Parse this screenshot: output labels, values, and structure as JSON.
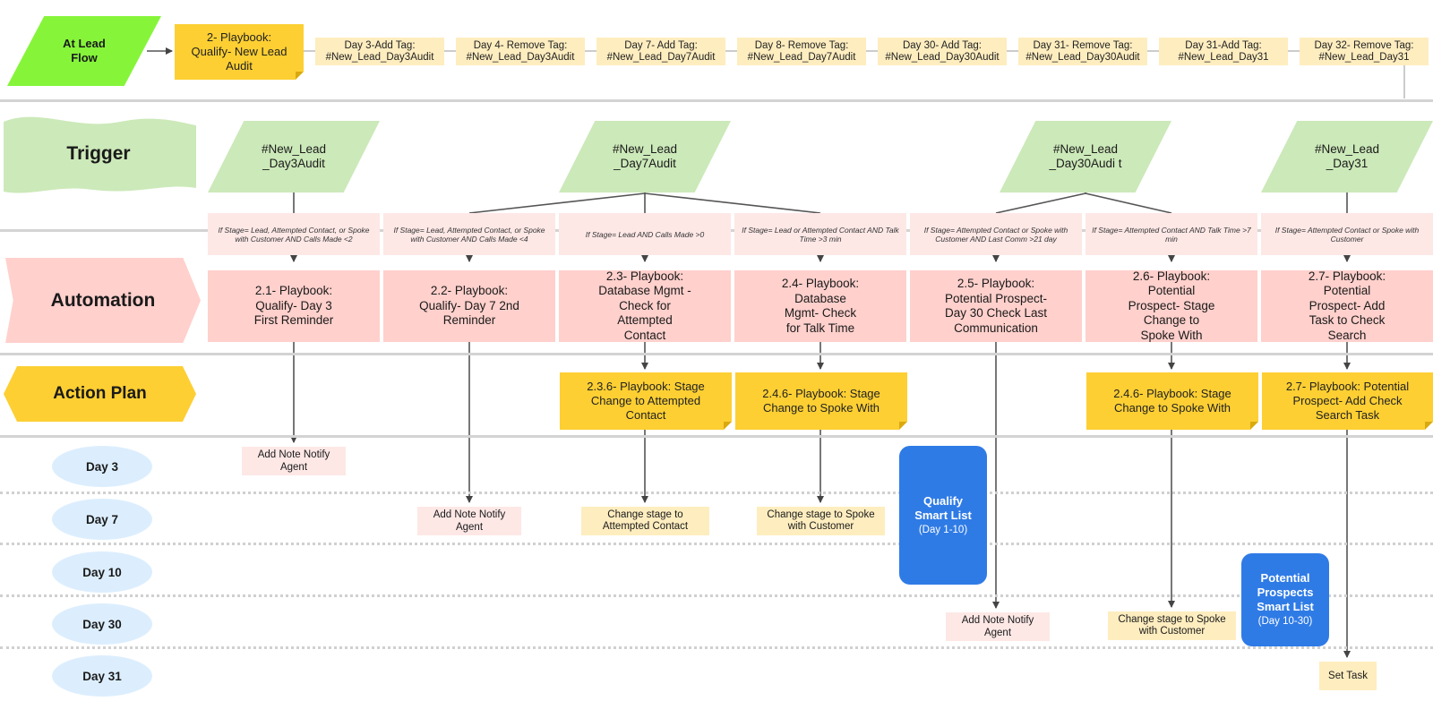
{
  "header": {
    "start_label": "At Lead Flow",
    "playbook_label": "2- Playbook: Qualify- New Lead Audit",
    "tags": [
      "Day 3-Add Tag: #New_Lead_Day3Audit",
      "Day 4- Remove Tag: #New_Lead_Day3Audit",
      "Day 7- Add Tag: #New_Lead_Day7Audit",
      "Day 8- Remove Tag: #New_Lead_Day7Audit",
      "Day 30- Add Tag: #New_Lead_Day30Audit",
      "Day 31- Remove Tag: #New_Lead_Day30Audit",
      "Day 31-Add Tag: #New_Lead_Day31",
      "Day 32- Remove Tag: #New_Lead_Day31"
    ]
  },
  "lanes": {
    "trigger": "Trigger",
    "automation": "Automation",
    "action_plan": "Action Plan"
  },
  "triggers": [
    "#New_Lead _Day3Audit",
    "#New_Lead _Day7Audit",
    "#New_Lead _Day30Audi t",
    "#New_Lead _Day31"
  ],
  "conditions": [
    "If Stage= Lead, Attempted Contact, or Spoke with Customer AND Calls Made <2",
    "If Stage= Lead, Attempted Contact, or Spoke with Customer AND Calls Made <4",
    "If Stage= Lead AND Calls Made >0",
    "If Stage= Lead or Attempted Contact AND Talk Time >3 min",
    "If Stage= Attempted Contact or Spoke with Customer AND Last Comm >21 day",
    "If Stage= Attempted Contact AND Talk Time >7 min",
    "If Stage= Attempted Contact or Spoke with Customer"
  ],
  "automations": [
    "2.1- Playbook: Qualify- Day 3 First Reminder",
    "2.2- Playbook: Qualify- Day 7 2nd Reminder",
    "2.3- Playbook: Database Mgmt - Check for Attempted Contact",
    "2.4- Playbook: Database Mgmt- Check for Talk Time",
    "2.5- Playbook: Potential Prospect- Day 30 Check Last Communication",
    "2.6- Playbook: Potential Prospect- Stage Change to Spoke With",
    "2.7- Playbook: Potential Prospect- Add Task to Check Search"
  ],
  "action_plans": [
    "2.3.6- Playbook: Stage Change to Attempted Contact",
    "2.4.6- Playbook: Stage Change to Spoke With",
    "2.4.6- Playbook: Stage Change to Spoke With",
    "2.7- Playbook: Potential Prospect- Add Check Search Task"
  ],
  "days": [
    "Day 3",
    "Day 7",
    "Day 10",
    "Day 30",
    "Day 31"
  ],
  "outcomes": [
    "Add Note Notify Agent",
    "Add Note Notify Agent",
    "Change stage to Attempted Contact",
    "Change stage to Spoke with Customer",
    "Add Note Notify Agent",
    "Change stage to Spoke with Customer",
    "Set Task"
  ],
  "smart_lists": [
    {
      "title": "Qualify Smart List",
      "range": "(Day 1-10)"
    },
    {
      "title": "Potential Prospects Smart List",
      "range": "(Day 10-30)"
    }
  ],
  "colors": {
    "start": "#86f53a",
    "sticky": "#fdcf33",
    "tag": "#feedbf",
    "trigger": "#cce9b9",
    "automation": "#ffd0cc",
    "condition": "#fde8e6",
    "day": "#dceefe",
    "smart_list": "#2f7be6"
  }
}
